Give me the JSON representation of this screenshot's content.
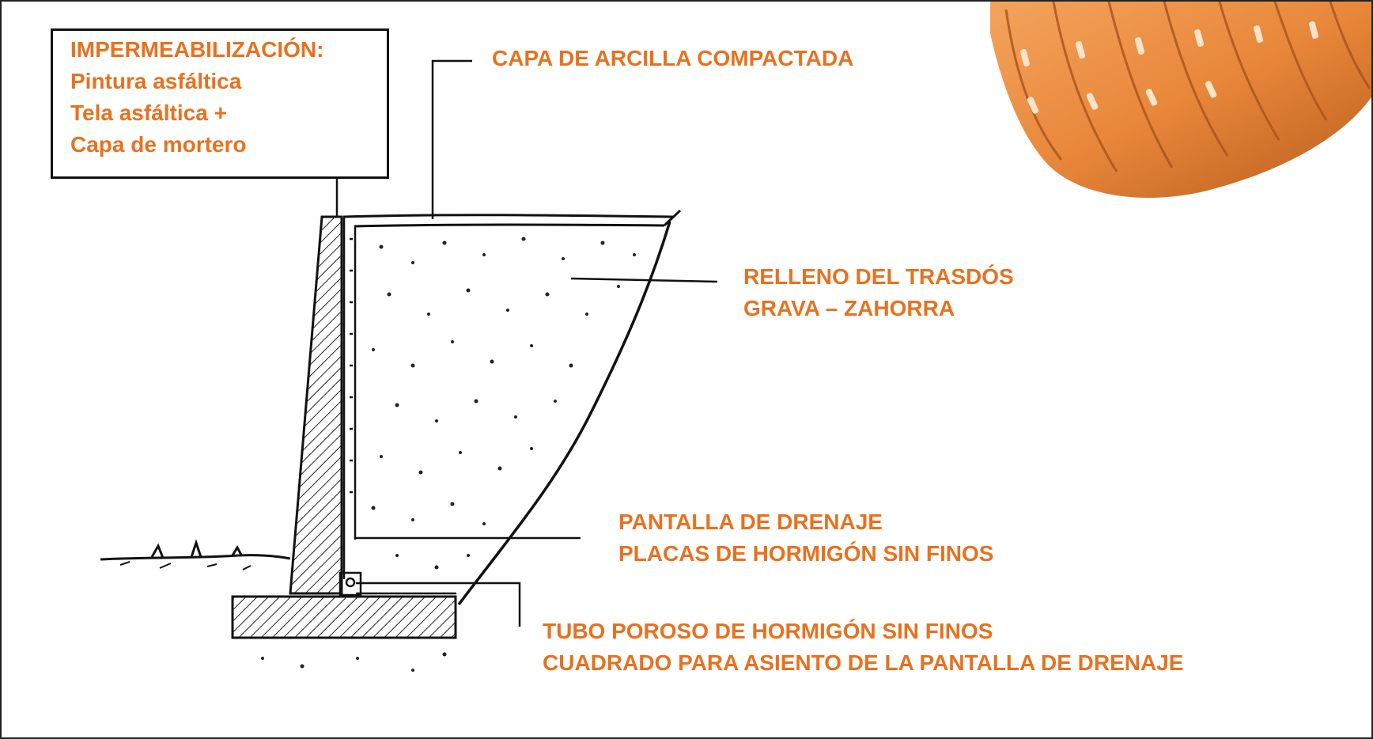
{
  "colors": {
    "label": "#e8711f",
    "ink": "#111111",
    "pipe": "#e8873a"
  },
  "waterproofing": {
    "title": "IMPERMEABILIZACIÓN:",
    "lines": [
      "Pintura asfáltica",
      "Tela asfáltica +",
      "Capa de mortero"
    ]
  },
  "labels": {
    "clay": "CAPA DE ARCILLA COMPACTADA",
    "backfill": [
      "RELLENO DEL TRASDÓS",
      "GRAVA – ZAHORRA"
    ],
    "drain_screen": [
      "PANTALLA DE DRENAJE",
      "PLACAS DE HORMIGÓN SIN FINOS"
    ],
    "porous_pipe": [
      "TUBO POROSO DE HORMIGÓN SIN FINOS",
      "CUADRADO PARA ASIENTO DE LA PANTALLA DE DRENAJE"
    ]
  },
  "icons": {
    "pipe": "corrugated-drain-pipe-photo"
  }
}
